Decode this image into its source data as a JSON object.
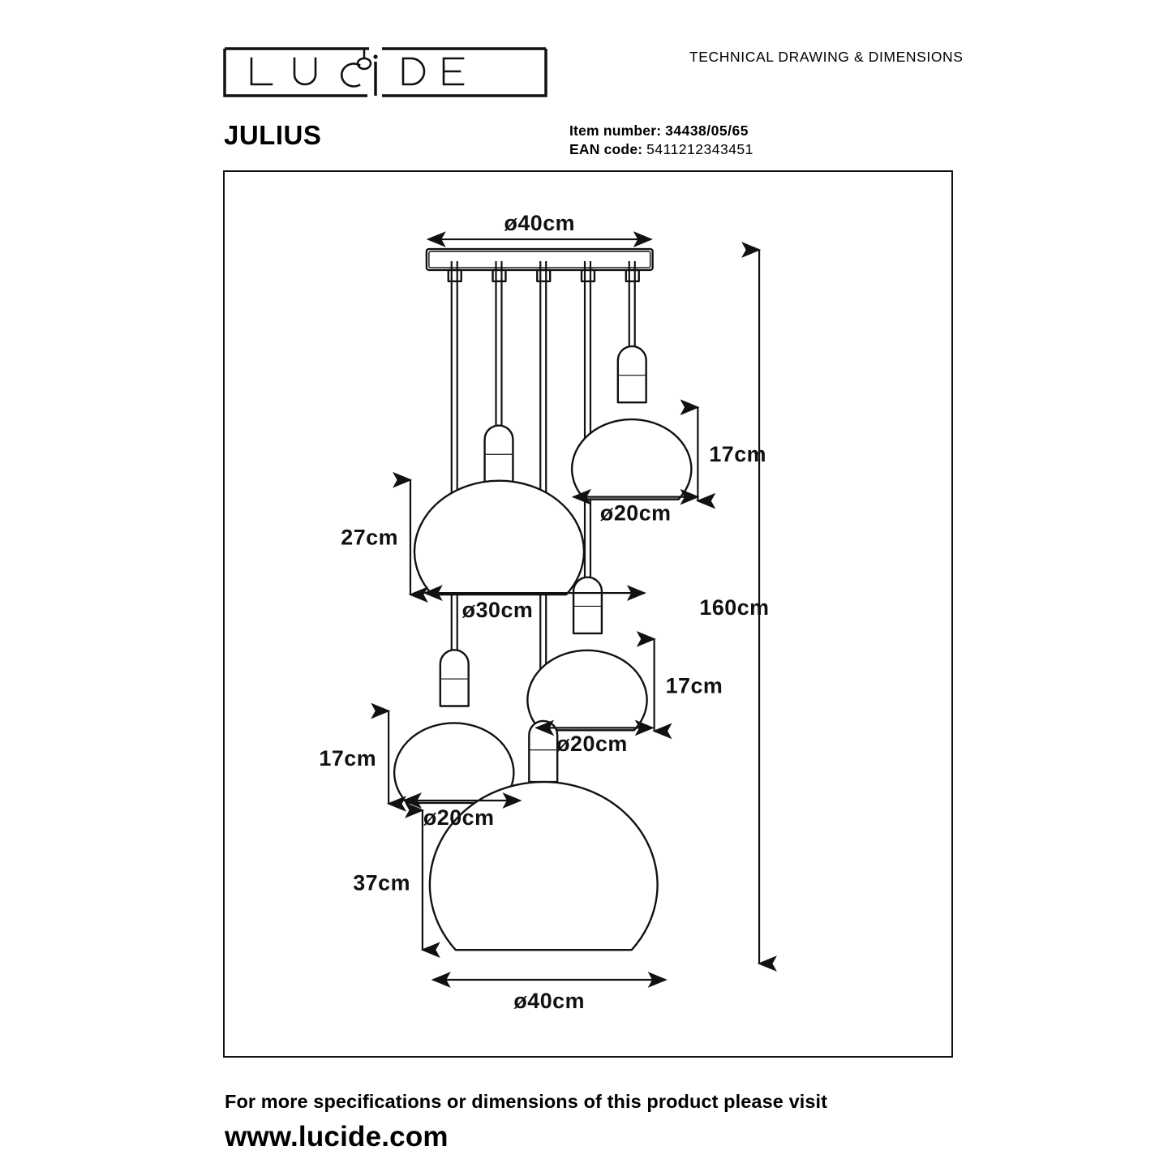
{
  "header": {
    "brand": "LUCIDE",
    "brand_letters": [
      "L",
      "U",
      "C",
      "i",
      "D",
      "E"
    ],
    "caption": "TECHNICAL DRAWING & DIMENSIONS",
    "product_title": "JULIUS",
    "item_number_label": "Item number:",
    "item_number_value": "34438/05/65",
    "ean_label": "EAN code",
    "ean_separator": ":",
    "ean_value": "5411212343451"
  },
  "footer": {
    "note": "For more specifications or dimensions of this product please visit",
    "url": "www.lucide.com"
  },
  "drawing": {
    "canopy_width_label": "ø40cm",
    "total_drop_label": "160cm",
    "lamps": [
      {
        "name": "top-right-lamp",
        "height_label": "17cm",
        "diameter_label": "ø20cm"
      },
      {
        "name": "center-large-lamp",
        "height_label": "27cm",
        "diameter_label": "ø30cm"
      },
      {
        "name": "middle-right-lamp",
        "height_label": "17cm",
        "diameter_label": "ø20cm"
      },
      {
        "name": "left-lower-lamp",
        "height_label": "17cm",
        "diameter_label": "ø20cm"
      },
      {
        "name": "bottom-large-lamp",
        "height_label": "37cm",
        "diameter_label": "ø40cm"
      }
    ]
  },
  "colors": {
    "line": "#111111",
    "background": "#ffffff"
  }
}
